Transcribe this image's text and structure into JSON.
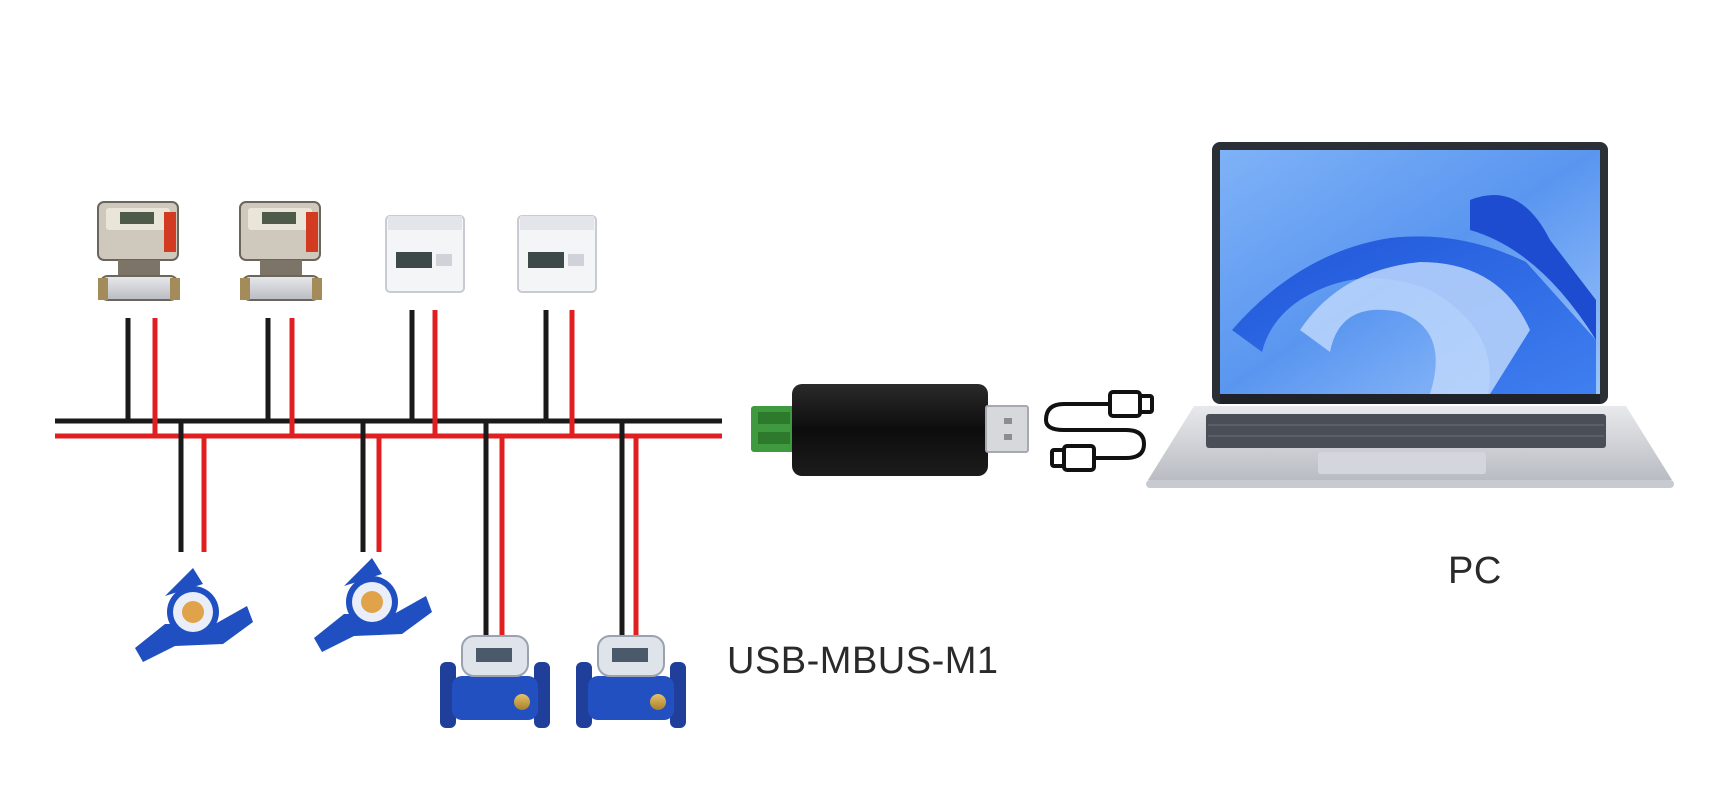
{
  "labels": {
    "device": "USB-MBUS-M1",
    "pc": "PC"
  },
  "colors": {
    "bus_black": "#1a1a1a",
    "bus_red": "#e02020",
    "usb_body": "#111111",
    "terminal_green": "#3f9a3f",
    "screen_blue": "#2f6fe8",
    "meter_blue": "#1f4fc0",
    "meter_brass": "#c9a24a"
  },
  "devices": {
    "top_meters": [
      "heat-meter",
      "heat-meter",
      "din-rail-meter",
      "din-rail-meter"
    ],
    "bottom_meters": [
      "water-meter",
      "water-meter",
      "flange-water-meter",
      "flange-water-meter"
    ]
  }
}
